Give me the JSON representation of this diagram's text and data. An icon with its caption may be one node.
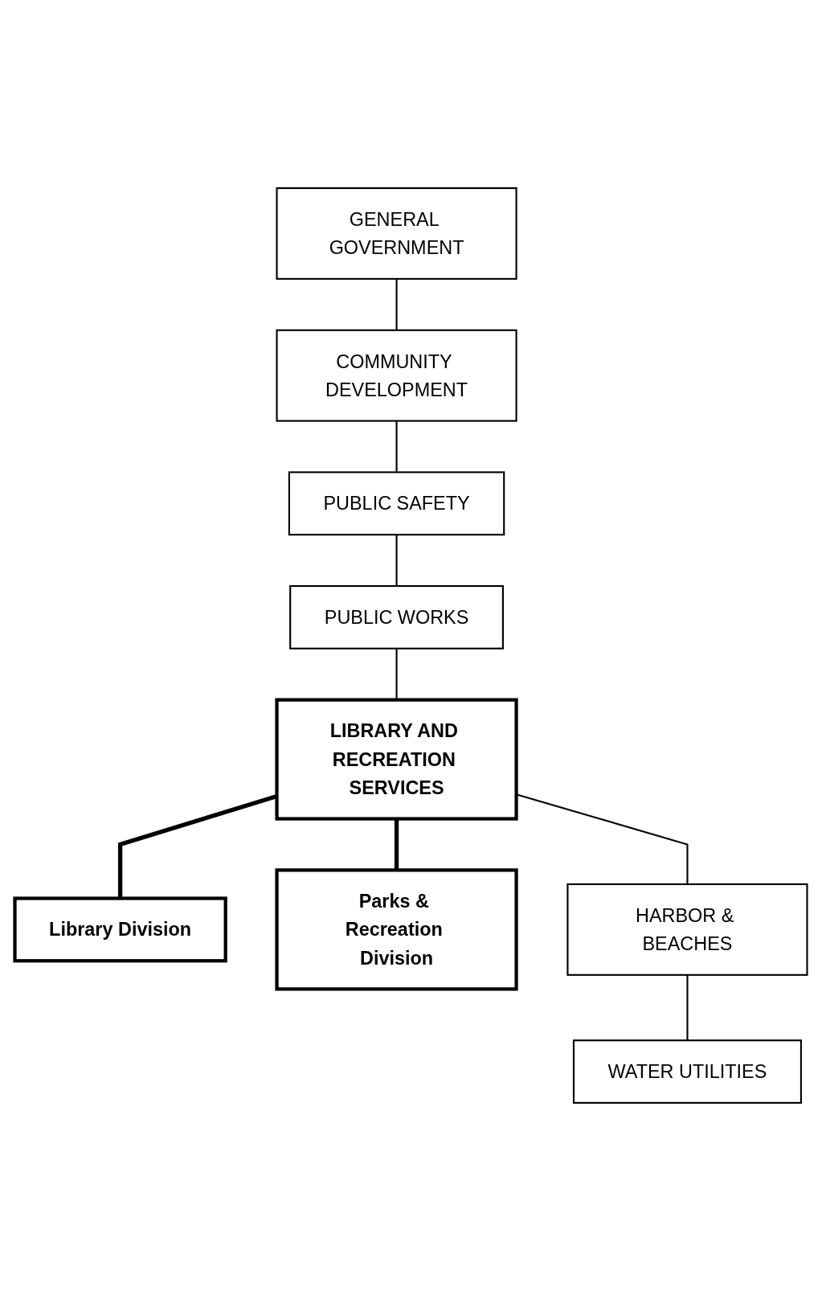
{
  "diagram": {
    "nodes": [
      {
        "text": [
          "GENERAL GOVERNMENT"
        ]
      },
      {
        "text": [
          "COMMUNITY DEVELOPMENT"
        ]
      },
      {
        "text": [
          "PUBLIC SAFETY"
        ]
      },
      {
        "text": [
          "PUBLIC WORKS"
        ]
      },
      {
        "text": [
          "LIBRARY AND RECREATION SERVICES"
        ]
      },
      {
        "text": [
          "Library Division"
        ]
      },
      {
        "text": [
          "Parks & Recreation Division"
        ]
      },
      {
        "text": [
          "HARBOR & BEACHES"
        ]
      },
      {
        "text": [
          "WATER UTILITIES"
        ]
      }
    ],
    "edges": [
      {
        "from": 0,
        "to": 1,
        "arrow": "none"
      },
      {
        "from": 1,
        "to": 2,
        "arrow": "none"
      },
      {
        "from": 2,
        "to": 3,
        "arrow": "none"
      },
      {
        "from": 3,
        "to": 4,
        "arrow": "none"
      },
      {
        "from": 4,
        "to": 5,
        "arrow": "none",
        "style": "thick"
      },
      {
        "from": 4,
        "to": 6,
        "arrow": "none",
        "style": "thick"
      },
      {
        "from": 4,
        "to": 7,
        "arrow": "none"
      },
      {
        "from": 7,
        "to": 8,
        "arrow": "none"
      }
    ]
  }
}
